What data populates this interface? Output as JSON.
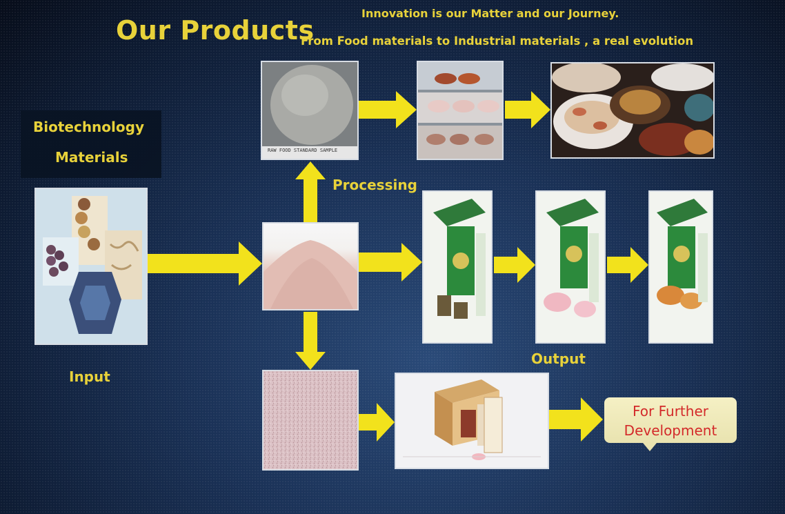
{
  "header": {
    "title": "Our Products",
    "tagline_1": "Innovation is our Matter and our Journey.",
    "tagline_2": "From Food materials to Industrial materials , a real evolution"
  },
  "labels": {
    "biotech_line1": "Biotechnology",
    "biotech_line2": "Materials",
    "input": "Input",
    "processing": "Processing",
    "output": "Output"
  },
  "further_box": {
    "line1": "For Further",
    "line2": "Development"
  },
  "colors": {
    "accent_yellow": "#e8d23a",
    "arrow_yellow": "#f2e21c",
    "further_text": "#d32a2a",
    "background": "#1a3156"
  },
  "images": {
    "dough_caption": "RAW FOOD STANDARD SAMPLE"
  }
}
